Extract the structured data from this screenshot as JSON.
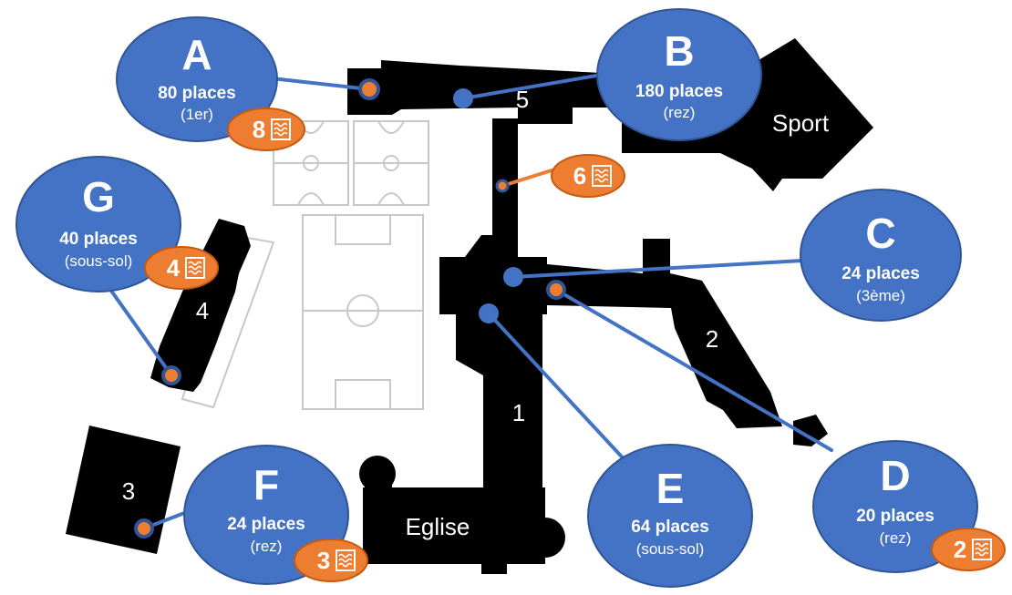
{
  "colors": {
    "building": "#000000",
    "bubble": "#4472C4",
    "bubble_stroke": "#2F5597",
    "tag": "#ED7D31",
    "tag_stroke": "#C55A11",
    "field_lines": "#C8C8C8"
  },
  "buildings": {
    "b1": "1",
    "b2": "2",
    "b3": "3",
    "b4": "4",
    "b5": "5",
    "sport": "Sport",
    "eglise": "Eglise"
  },
  "zones": [
    {
      "letter": "A",
      "capacity": "80 places",
      "level": "(1er)"
    },
    {
      "letter": "B",
      "capacity": "180 places",
      "level": "(rez)"
    },
    {
      "letter": "C",
      "capacity": "24 places",
      "level": "(3ème)"
    },
    {
      "letter": "D",
      "capacity": "20 places",
      "level": "(rez)"
    },
    {
      "letter": "E",
      "capacity": "64 places",
      "level": "(sous-sol)"
    },
    {
      "letter": "F",
      "capacity": "24 places",
      "level": "(rez)"
    },
    {
      "letter": "G",
      "capacity": "40 places",
      "level": "(sous-sol)"
    }
  ],
  "lab_tags": [
    {
      "count": "8",
      "icon": "waves-icon"
    },
    {
      "count": "6",
      "icon": "waves-icon"
    },
    {
      "count": "4",
      "icon": "waves-icon"
    },
    {
      "count": "3",
      "icon": "waves-icon"
    },
    {
      "count": "2",
      "icon": "waves-icon"
    }
  ]
}
